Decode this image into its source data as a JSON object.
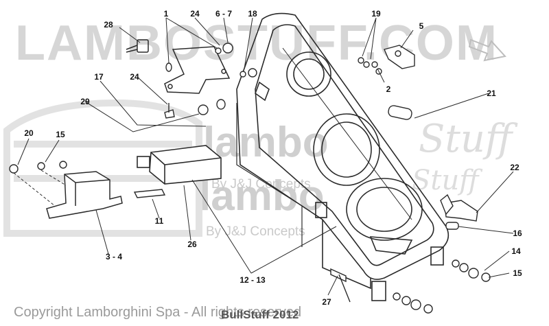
{
  "watermark": {
    "main": "LAMBOSTUFF.COM",
    "lambo": "lambo",
    "stuff": "Stuff",
    "byline": "By J&J Concepts"
  },
  "callouts": {
    "c1": "1",
    "c24a": "24",
    "c6_7": "6 - 7",
    "c18": "18",
    "c19": "19",
    "c5": "5",
    "c28": "28",
    "c2": "2",
    "c17": "17",
    "c24b": "24",
    "c21": "21",
    "c29": "29",
    "c20": "20",
    "c15a": "15",
    "c22": "22",
    "c11": "11",
    "c16": "16",
    "c26": "26",
    "c3_4": "3 - 4",
    "c14": "14",
    "c15b": "15",
    "c12_13": "12 - 13",
    "c27": "27"
  },
  "footer": {
    "copyright": "Copyright Lamborghini Spa - All rights reserved",
    "bullstuff": "BullStuff 2012"
  },
  "colors": {
    "line": "#2a2a2a",
    "watermark": "#d6d6d6"
  }
}
